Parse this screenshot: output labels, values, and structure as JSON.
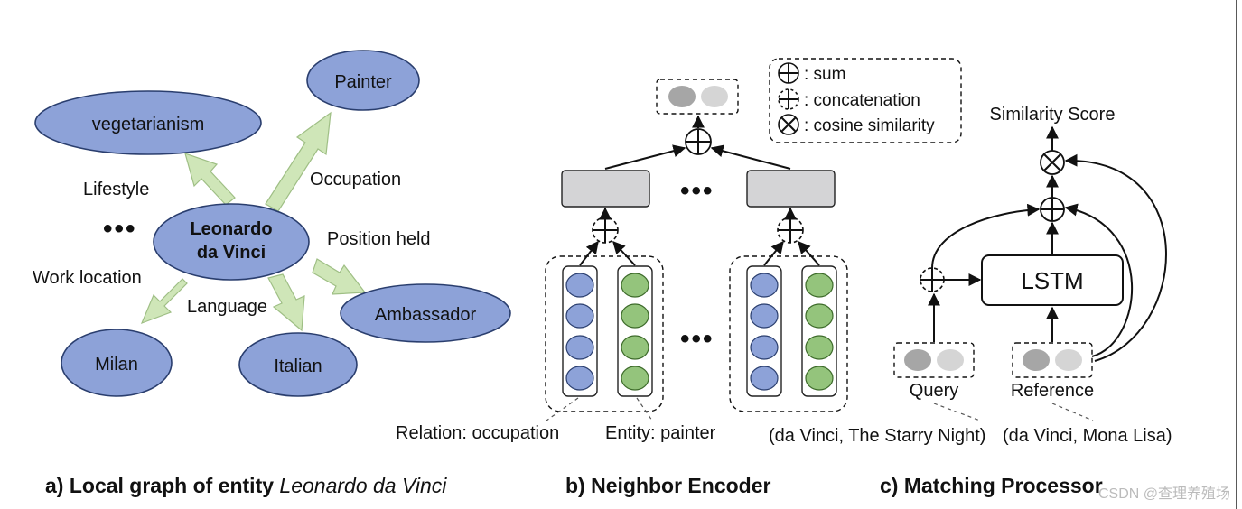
{
  "panel_a": {
    "center": "Leonardo\nda Vinci",
    "nodes": {
      "painter": "Painter",
      "vegetarianism": "vegetarianism",
      "ambassador": "Ambassador",
      "milan": "Milan",
      "italian": "Italian"
    },
    "edges": {
      "occupation": "Occupation",
      "lifestyle": "Lifestyle",
      "position": "Position held",
      "work": "Work location",
      "language": "Language"
    },
    "ellipsis": "•••"
  },
  "panel_b": {
    "ellipsis": "•••",
    "relation_label": "Relation: occupation",
    "entity_label": "Entity: painter"
  },
  "legend": {
    "sum": ": sum",
    "concat": ": concatenation",
    "cosine": ": cosine similarity"
  },
  "panel_c": {
    "similarity": "Similarity Score",
    "lstm": "LSTM",
    "query": "Query",
    "reference": "Reference",
    "query_pair": "(da Vinci,  The Starry Night)",
    "reference_pair": "(da Vinci, Mona Lisa)"
  },
  "captions": {
    "a_prefix": "a) Local graph of entity ",
    "a_italic": "Leonardo da Vinci",
    "b": "b) Neighbor Encoder",
    "c": "c) Matching Processor"
  },
  "watermark": "CSDN @查理养殖场",
  "colors": {
    "entity_node": "#8da2d8",
    "relation_arrow": "#cfe6b8",
    "relation_circle": "#8da2d8",
    "entity_circle": "#94c47c",
    "encoder_box": "#d4d4d6"
  }
}
